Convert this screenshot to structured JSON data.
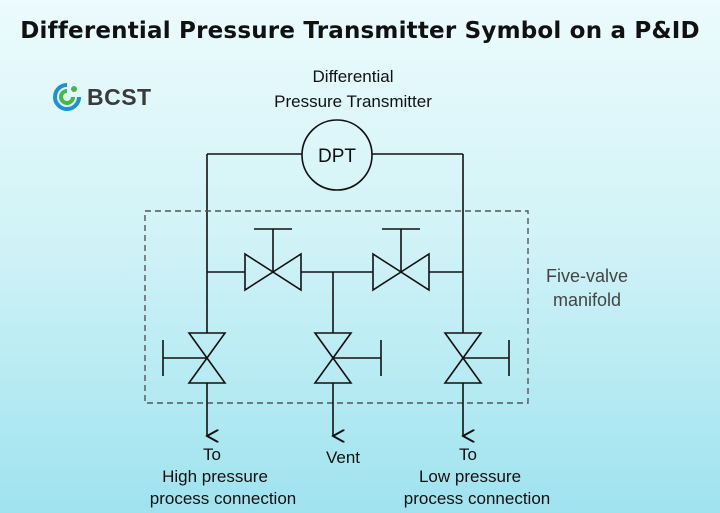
{
  "title": "Differential Pressure Transmitter Symbol on a P&ID",
  "logo": {
    "text": "BCST",
    "colors": {
      "green": "#49b847",
      "blue": "#1f8fd6"
    }
  },
  "transmitter": {
    "label_line1": "Differential",
    "label_line2": "Pressure Transmitter",
    "tag": "DPT"
  },
  "manifold": {
    "label_line1": "Five-valve",
    "label_line2": "manifold"
  },
  "connections": {
    "high": {
      "line1": "To",
      "line2": "High pressure",
      "line3": "process connection"
    },
    "vent": {
      "line1": "Vent"
    },
    "low": {
      "line1": "To",
      "line2": "Low pressure",
      "line3": "process connection"
    }
  },
  "colors": {
    "line": "#111111",
    "background_top": "#ecfbfd",
    "background_bottom": "#9fe3ef"
  }
}
